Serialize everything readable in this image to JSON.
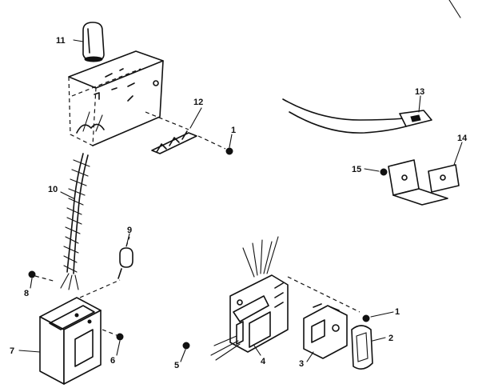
{
  "callouts": {
    "c1a": "1",
    "c1b": "1",
    "c2": "2",
    "c3": "3",
    "c4": "4",
    "c5": "5",
    "c6": "6",
    "c7": "7",
    "c8": "8",
    "c9": "9",
    "c10": "10",
    "c11": "11",
    "c12": "12",
    "c13": "13",
    "c14": "14",
    "c15": "15"
  }
}
